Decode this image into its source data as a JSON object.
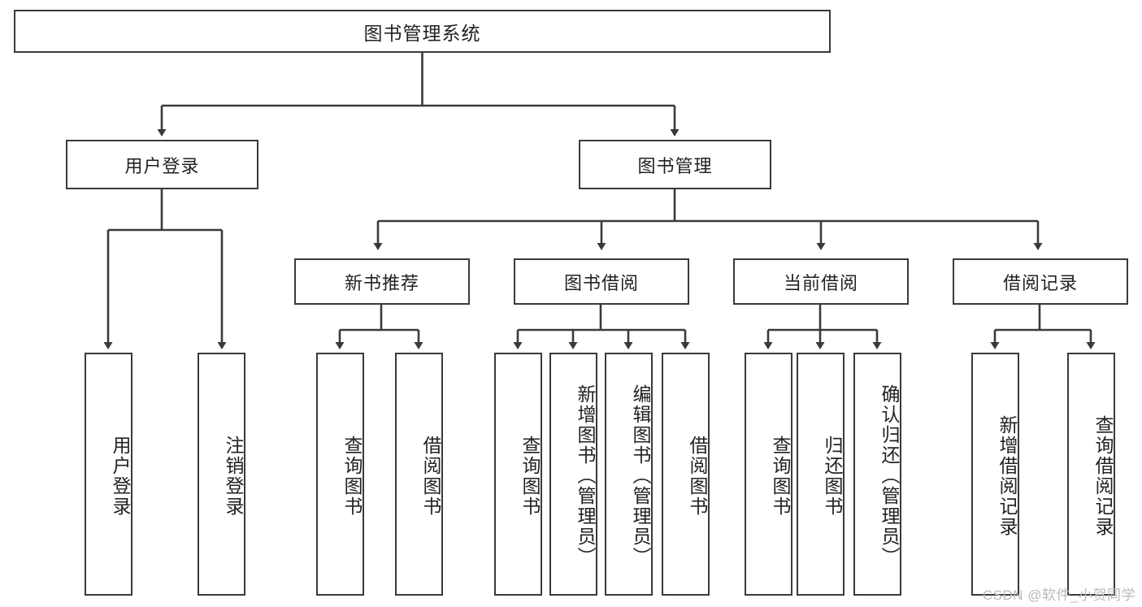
{
  "diagram": {
    "title": "图书管理系统",
    "watermark": "CSDN @软件_小贺同学",
    "colors": {
      "stroke": "#3a3a3a",
      "text": "#222222",
      "background": "#ffffff",
      "watermark": "#b9b9b9"
    },
    "root": {
      "label": "图书管理系统"
    },
    "level2": [
      {
        "label": "用户登录"
      },
      {
        "label": "图书管理"
      }
    ],
    "level3": [
      {
        "label": "新书推荐"
      },
      {
        "label": "图书借阅"
      },
      {
        "label": "当前借阅"
      },
      {
        "label": "借阅记录"
      }
    ],
    "leaves": {
      "user_login": [
        {
          "label": "用户登录"
        },
        {
          "label": "注销登录"
        }
      ],
      "new_book_recommend": [
        {
          "label": "查询图书"
        },
        {
          "label": "借阅图书"
        }
      ],
      "book_borrow": [
        {
          "label": "查询图书"
        },
        {
          "label": "新增图书（管理员）"
        },
        {
          "label": "编辑图书（管理员）"
        },
        {
          "label": "借阅图书"
        }
      ],
      "current_borrow": [
        {
          "label": "查询图书"
        },
        {
          "label": "归还图书"
        },
        {
          "label": "确认归还（管理员）"
        }
      ],
      "borrow_record": [
        {
          "label": "新增借阅记录"
        },
        {
          "label": "查询借阅记录"
        }
      ]
    }
  }
}
